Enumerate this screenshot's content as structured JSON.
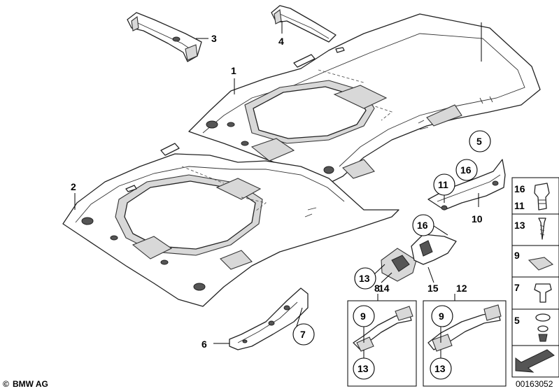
{
  "labels": {
    "p1": "1",
    "p2": "2",
    "p3": "3",
    "p4": "4",
    "p5": "5",
    "p6": "6",
    "p7": "7",
    "p8": "8",
    "p9a": "9",
    "p9b": "9",
    "p10": "10",
    "p11": "11",
    "p12": "12",
    "p13a": "13",
    "p13b": "13",
    "p13c": "13",
    "p14": "14",
    "p15": "15",
    "p16a": "16",
    "p16b": "16"
  },
  "legend": {
    "r1a": "16",
    "r1b": "11",
    "r2": "13",
    "r3": "9",
    "r4": "7",
    "r5": "5"
  },
  "footer": {
    "copyright": "©",
    "brand": "BMW AG",
    "image_number": "00163052"
  }
}
